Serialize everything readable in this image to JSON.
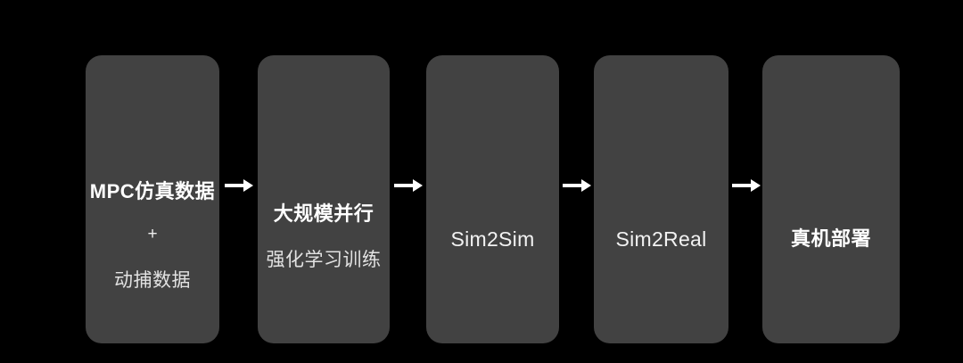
{
  "diagram": {
    "background_color": "#000000",
    "box_fill_color": "#424242",
    "text_color": "#ffffff",
    "arrow_color": "#ffffff",
    "stages": [
      {
        "id": "stage-1",
        "lines": [
          {
            "text": "MPC仿真数据",
            "style": "primary"
          },
          {
            "text": "+",
            "style": "plus"
          },
          {
            "text": "动捕数据",
            "style": "secondary"
          }
        ]
      },
      {
        "id": "stage-2",
        "lines": [
          {
            "text": "大规模并行",
            "style": "primary"
          },
          {
            "text": "强化学习训练",
            "style": "secondary"
          }
        ]
      },
      {
        "id": "stage-3",
        "lines": [
          {
            "text": "Sim2Sim",
            "style": "latin"
          }
        ]
      },
      {
        "id": "stage-4",
        "lines": [
          {
            "text": "Sim2Real",
            "style": "latin"
          }
        ]
      },
      {
        "id": "stage-5",
        "lines": [
          {
            "text": "真机部署",
            "style": "primary"
          }
        ]
      }
    ],
    "connectors": [
      {
        "id": "arrow-1",
        "icon": "arrow-right-icon"
      },
      {
        "id": "arrow-2",
        "icon": "arrow-right-icon"
      },
      {
        "id": "arrow-3",
        "icon": "arrow-right-icon"
      },
      {
        "id": "arrow-4",
        "icon": "arrow-right-icon"
      }
    ]
  }
}
